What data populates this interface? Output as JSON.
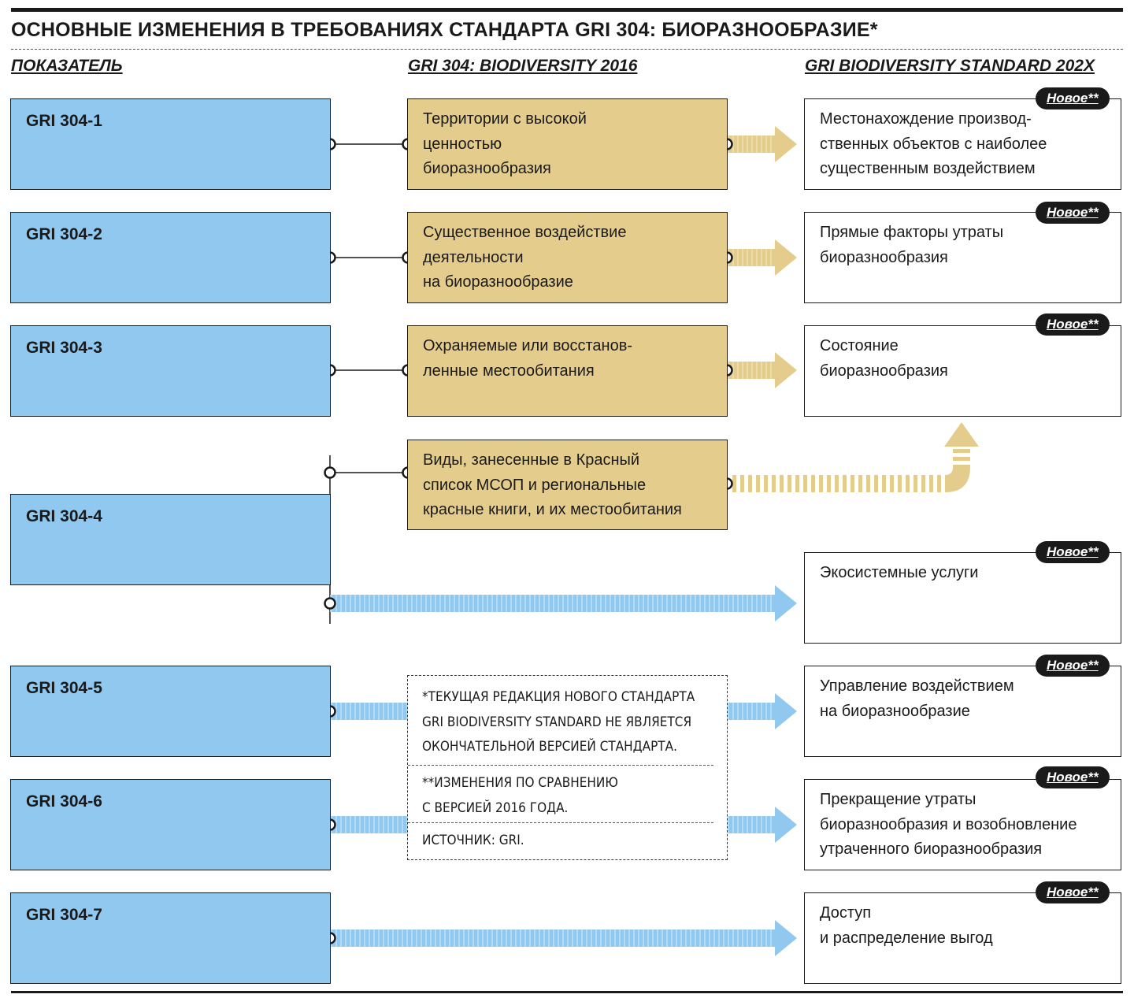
{
  "title": "ОСНОВНЫЕ ИЗМЕНЕНИЯ В ТРЕБОВАНИЯХ СТАНДАРТА GRI 304: БИОРАЗНООБРАЗИЕ*",
  "columns": {
    "indicator": "ПОКАЗАТЕЛЬ",
    "old": "GRI 304: BIODIVERSITY 2016",
    "new": "GRI BIODIVERSITY STANDARD 202X"
  },
  "badge_text": "Новое**",
  "indicators": [
    "GRI 304-1",
    "GRI 304-2",
    "GRI 304-3",
    "GRI 304-4",
    "GRI 304-5",
    "GRI 304-6",
    "GRI 304-7"
  ],
  "old_items": [
    [
      "Территории с высокой",
      "ценностью",
      "биоразнообразия"
    ],
    [
      "Существенное воздействие",
      "деятельности",
      "на биоразнообразие"
    ],
    [
      "Охраняемые или восстанов-",
      "ленные местообитания"
    ],
    [
      "Виды, занесенные в Красный",
      "список МСОП и региональные",
      "красные книги, и их местообитания"
    ]
  ],
  "new_items": [
    [
      "Местонахождение производ-",
      "ственных объектов с наиболее",
      "существенным воздействием"
    ],
    [
      "Прямые факторы утраты",
      "биоразнообразия"
    ],
    [
      "Состояние",
      "биоразнообразия"
    ],
    [
      "Экосистемные услуги"
    ],
    [
      "Управление воздействием",
      "на биоразнообразие"
    ],
    [
      "Прекращение утраты",
      "биоразнообразия и возобновление",
      "утраченного биоразнообразия"
    ],
    [
      "Доступ",
      "и распределение выгод"
    ]
  ],
  "notes": {
    "note1": [
      "*ТЕКУЩАЯ РЕДАКЦИЯ НОВОГО СТАНДАРТА",
      "GRI BIODIVERSITY STANDARD НЕ ЯВЛЯЕТСЯ",
      "ОКОНЧАТЕЛЬНОЙ ВЕРСИЕЙ СТАНДАРТА."
    ],
    "note2": [
      "**ИЗМЕНЕНИЯ ПО СРАВНЕНИЮ",
      "С ВЕРСИЕЙ 2016 ГОДА."
    ],
    "source": "ИСТОЧНИК: GRI."
  },
  "colors": {
    "blue": "#90c8ef",
    "tan": "#e3cc8c",
    "dark": "#1a1a1a"
  }
}
